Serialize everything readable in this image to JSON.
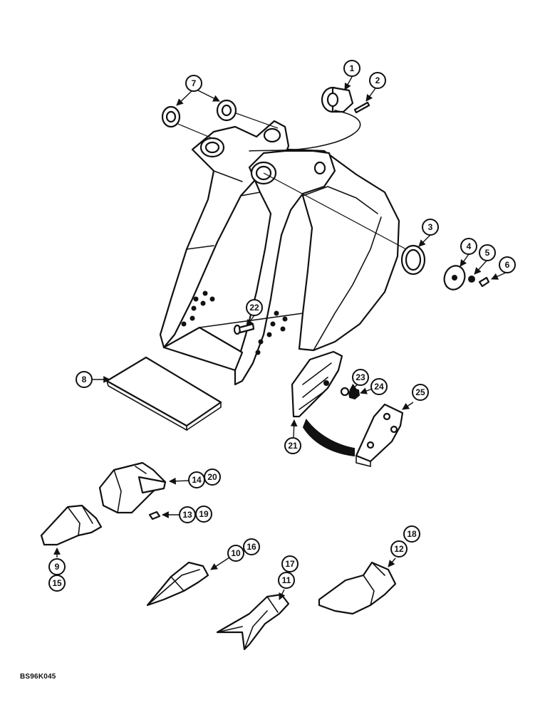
{
  "figure_code": "BS96K045",
  "callouts": {
    "c1": "1",
    "c2": "2",
    "c3": "3",
    "c4": "4",
    "c5": "5",
    "c6": "6",
    "c7": "7",
    "c8": "8",
    "c9": "9",
    "c15": "15",
    "c10": "10",
    "c16": "16",
    "c11": "11",
    "c17": "17",
    "c12": "12",
    "c18": "18",
    "c13": "13",
    "c19": "19",
    "c14": "14",
    "c20": "20",
    "c21": "21",
    "c22": "22",
    "c23": "23",
    "c24": "24",
    "c25": "25"
  }
}
